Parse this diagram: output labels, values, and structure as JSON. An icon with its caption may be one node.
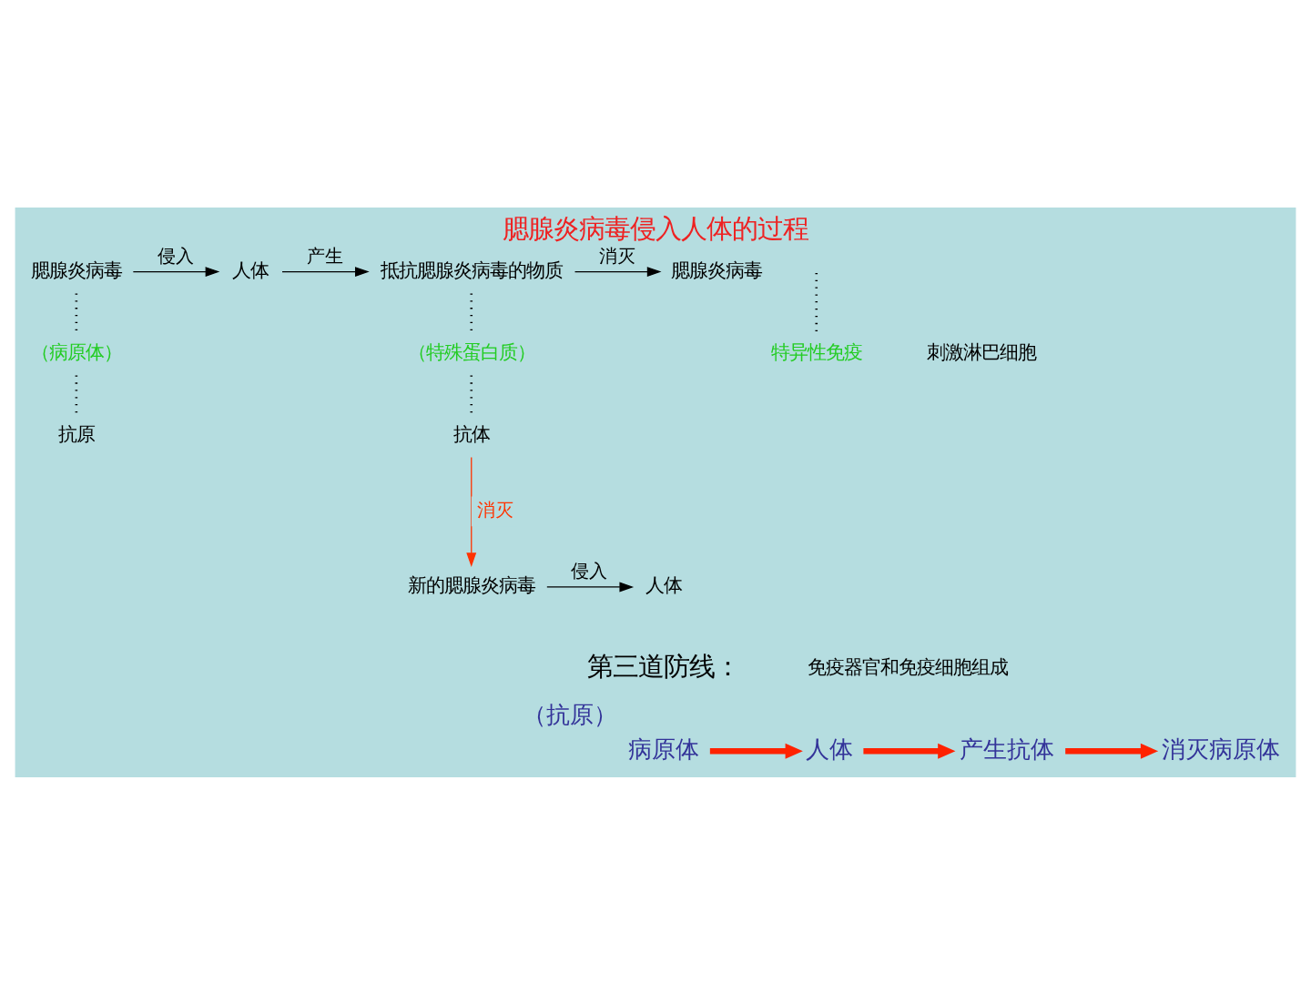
{
  "diagram": {
    "title": "腮腺炎病毒侵入人体的过程",
    "nodes": [
      {
        "text": [
          "腮腺炎病毒"
        ]
      },
      {
        "text": [
          "人体"
        ]
      },
      {
        "text": [
          "抵抗腮腺炎病毒的物质"
        ]
      },
      {
        "text": [
          "腮腺炎病毒"
        ]
      },
      {
        "text": [
          "（病原体）"
        ]
      },
      {
        "text": [
          "抗原"
        ]
      },
      {
        "text": [
          "（特殊蛋白质）"
        ]
      },
      {
        "text": [
          "抗体"
        ]
      },
      {
        "text": [
          "特异性免疫"
        ]
      },
      {
        "text": [
          "新的腮腺炎病毒"
        ]
      },
      {
        "text": [
          "人体"
        ]
      },
      {
        "text": [
          "病原体"
        ],
        "beside": [
          "（抗原）"
        ]
      },
      {
        "text": [
          "人体"
        ]
      },
      {
        "text": [
          "产生抗体"
        ]
      },
      {
        "text": [
          "消灭病原体"
        ]
      }
    ],
    "edges": [
      {
        "from": 0,
        "to": 1,
        "arrow": "to",
        "label": "侵入"
      },
      {
        "from": 1,
        "to": 2,
        "arrow": "to",
        "label": "产生"
      },
      {
        "from": 2,
        "to": 3,
        "arrow": "to",
        "label": "消灭"
      },
      {
        "from": 0,
        "to": 4,
        "arrow": "none",
        "style": "dashed"
      },
      {
        "from": 4,
        "to": 5,
        "arrow": "none",
        "style": "dashed"
      },
      {
        "from": 2,
        "to": 6,
        "arrow": "none",
        "style": "dashed"
      },
      {
        "from": 6,
        "to": 7,
        "arrow": "none",
        "style": "dashed"
      },
      {
        "from": null,
        "to": 8,
        "arrow": "none",
        "style": "dashed"
      },
      {
        "from": 7,
        "to": 9,
        "arrow": "to",
        "label": "消灭",
        "color": "#ff3300"
      },
      {
        "from": 9,
        "to": 10,
        "arrow": "to",
        "label": "侵入"
      },
      {
        "from": 11,
        "to": 12,
        "arrow": "to",
        "style": "thick",
        "color": "#ff2200"
      },
      {
        "from": 12,
        "to": 13,
        "arrow": "to",
        "style": "thick",
        "color": "#ff2200"
      },
      {
        "from": 13,
        "to": 14,
        "arrow": "to",
        "style": "thick",
        "color": "#ff2200"
      }
    ],
    "labels": [
      "刺激淋巴细胞",
      "第三道防线：",
      "免疫器官和免疫细胞组成"
    ]
  }
}
